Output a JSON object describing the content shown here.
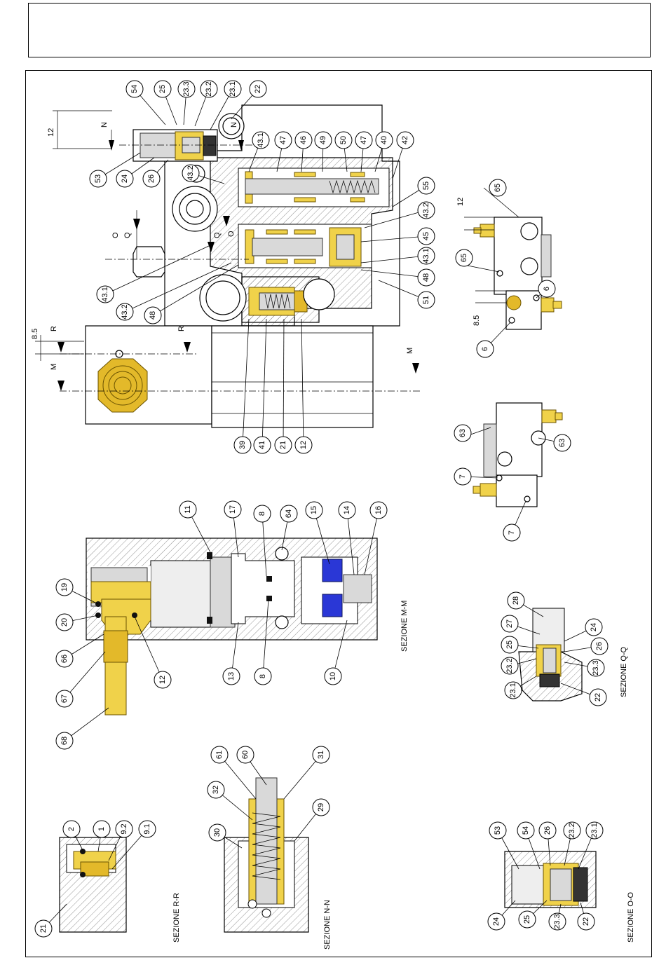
{
  "sections": {
    "mm": "SEZIONE M-M",
    "qq": "SEZIONE Q-Q",
    "rr": "SEZIONE R-R",
    "nn": "SEZIONE N-N",
    "oo": "SEZIONE O-O"
  },
  "section_marks": {
    "n": "N",
    "o": "O",
    "q": "Q",
    "r": "R",
    "m": "M"
  },
  "dimensions": {
    "d12_top": "12",
    "d85_left": "8.5",
    "d12_right": "12",
    "d85_right": "8.5"
  },
  "callouts": {
    "c54": "54",
    "c25": "25",
    "c233": "23.3",
    "c232": "23.2",
    "c231": "23.1",
    "c22": "22",
    "c53": "53",
    "c24": "24",
    "c26": "26",
    "c431a": "43.1",
    "c47a": "47",
    "c46": "46",
    "c49": "49",
    "c50": "50",
    "c47b": "47",
    "c40": "40",
    "c42": "42",
    "c432a": "43.2",
    "c55": "55",
    "c432b": "43.2",
    "c45": "45",
    "c431b": "43.1",
    "c48a": "48",
    "c51": "51",
    "c431c": "43.1",
    "c432c": "43.2",
    "c48b": "48",
    "c39": "39",
    "c41": "41",
    "c21a": "21",
    "c12a": "12",
    "c65a": "65",
    "c65b": "65",
    "c6a": "6",
    "c6b": "6",
    "c63a": "63",
    "c63b": "63",
    "c7a": "7",
    "c7b": "7",
    "c11": "11",
    "c17": "17",
    "c8a": "8",
    "c64": "64",
    "c15": "15",
    "c14": "14",
    "c16": "16",
    "c13": "13",
    "c8b": "8",
    "c10": "10",
    "c19": "19",
    "c20": "20",
    "c66": "66",
    "c67": "67",
    "c12b": "12",
    "c68": "68",
    "c28": "28",
    "c27": "27",
    "c25b": "25",
    "c232b": "23.2",
    "c231b": "23.1",
    "c24b": "24",
    "c26b": "26",
    "c233b": "23.3",
    "c22b": "22",
    "c61": "61",
    "c60": "60",
    "c32": "32",
    "c30": "30",
    "c31": "31",
    "c29": "29",
    "c2": "2",
    "c1": "1",
    "c92": "9.2",
    "c91": "9.1",
    "c21b": "21",
    "c53b": "53",
    "c54b": "54",
    "c26c": "26",
    "c232c": "23.2",
    "c231c": "23.1",
    "c24c": "24",
    "c25c": "25",
    "c233c": "23.3",
    "c22c": "22"
  }
}
